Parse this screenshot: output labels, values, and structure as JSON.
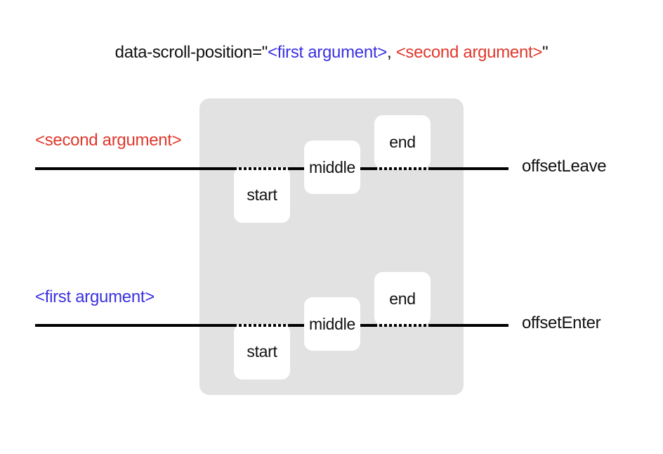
{
  "title": {
    "prefix": "data-scroll-position=\"",
    "first_argument": "<first argument>",
    "separator": ", ",
    "second_argument": "<second argument>",
    "suffix": "\""
  },
  "box_labels": {
    "start": "start",
    "middle": "middle",
    "end": "end"
  },
  "rows": [
    {
      "arg_label": "<second argument>",
      "arg_color": "#E0382C",
      "offset_label": "offsetLeave"
    },
    {
      "arg_label": "<first argument>",
      "arg_color": "#3B31E0",
      "offset_label": "offsetEnter"
    }
  ],
  "colors": {
    "first_argument_blue": "#3B31E0",
    "second_argument_red": "#E0382C",
    "panel_gray": "#E2E2E2",
    "line_black": "#000000",
    "background": "#FFFFFF"
  }
}
